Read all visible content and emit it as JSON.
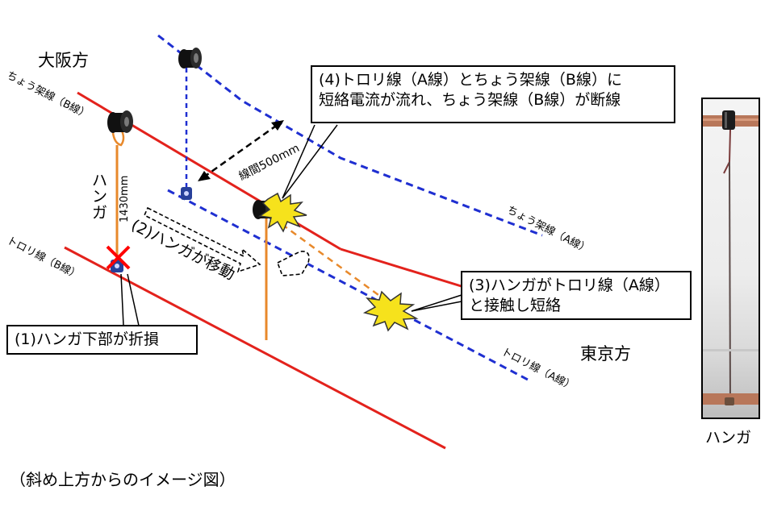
{
  "directions": {
    "osaka": "大阪方",
    "tokyo": "東京方"
  },
  "wires": {
    "messenger_b": "ちょう架線（B線）",
    "trolley_b": "トロリ線（B線）",
    "messenger_a": "ちょう架線（A線）",
    "trolley_a": "トロリ線（A線）"
  },
  "hanger": {
    "label": "ハンガ",
    "length": "1430mm",
    "spacing": "線間500mm"
  },
  "callouts": {
    "step1": "(1)ハンガ下部が折損",
    "step2": "(2)ハンガが移動",
    "step3_line1": "(3)ハンガがトロリ線（A線）",
    "step3_line2": "と接触し短絡",
    "step4_line1": "(4)トロリ線（A線）とちょう架線（B線）に",
    "step4_line2": "短絡電流が流れ、ちょう架線（B線）が断線"
  },
  "caption": "（斜め上方からのイメージ図）",
  "photo_label": "ハンガ",
  "colors": {
    "b_line": "#e3221c",
    "a_line": "#1f2fd1",
    "hanger": "#e8892b",
    "spark": "#f6e21c",
    "mark": "#ff0000"
  }
}
